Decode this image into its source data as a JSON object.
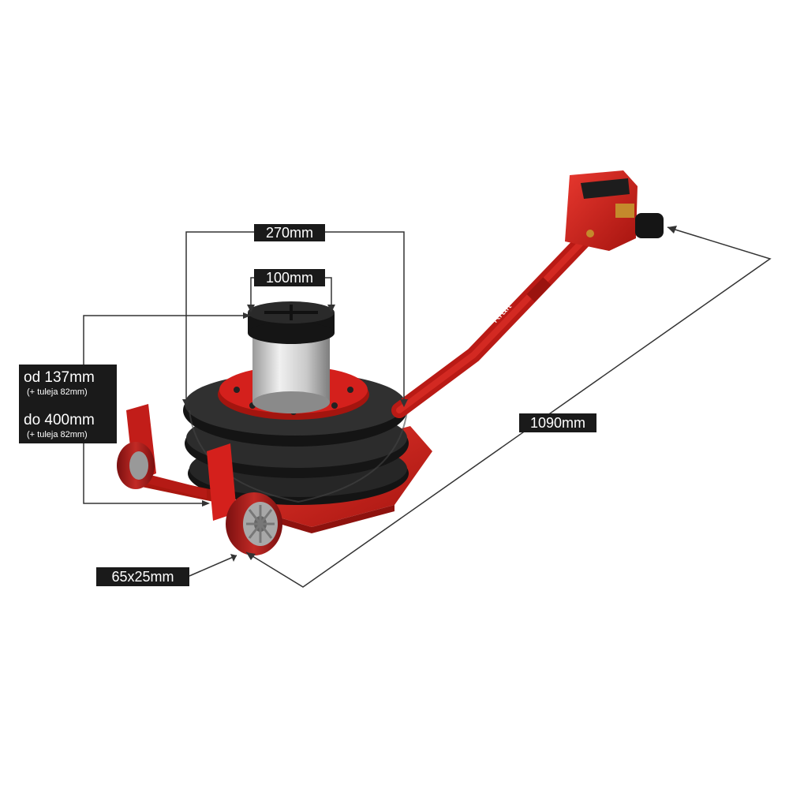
{
  "dimensions": {
    "width_top": "270mm",
    "width_pad": "100mm",
    "height_min": "od 137mm",
    "height_min_note": "(+ tuleja 82mm)",
    "height_max": "do 400mm",
    "height_max_note": "(+ tuleja 82mm)",
    "length": "1090mm",
    "wheel": "65x25mm"
  },
  "colors": {
    "body_red": "#d4201c",
    "bellows_black": "#1b1b1b",
    "label_bg": "#1a1a1a",
    "line": "#333333"
  },
  "product": {
    "handle_text": "Kraft"
  }
}
